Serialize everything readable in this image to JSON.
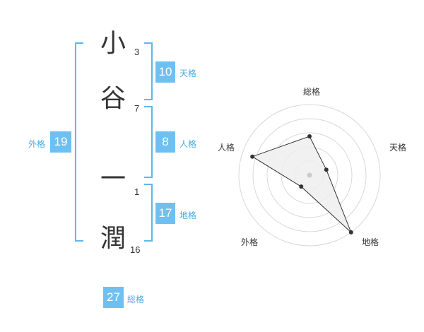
{
  "name": {
    "characters": [
      {
        "char": "小",
        "strokes": "3"
      },
      {
        "char": "谷",
        "strokes": "7"
      },
      {
        "char": "一",
        "strokes": "1"
      },
      {
        "char": "潤",
        "strokes": "16"
      }
    ]
  },
  "grids": {
    "tenkaku": {
      "value": "10",
      "label": "天格"
    },
    "jinkaku": {
      "value": "8",
      "label": "人格"
    },
    "chikaku": {
      "value": "17",
      "label": "地格"
    },
    "gaikaku": {
      "value": "19",
      "label": "外格"
    },
    "soukaku": {
      "value": "27",
      "label": "総格"
    }
  },
  "radar": {
    "axes": [
      "総格",
      "天格",
      "地格",
      "外格",
      "人格"
    ],
    "values": [
      0.55,
      0.25,
      1.0,
      0.2,
      0.85
    ],
    "colors": {
      "fill": "#efefef",
      "line": "#333333",
      "grid": "#d8d8d8",
      "center": "#cccccc"
    }
  },
  "colors": {
    "accent": "#6ec0f2",
    "bracket": "#5fb7ea",
    "label": "#4da9df"
  }
}
